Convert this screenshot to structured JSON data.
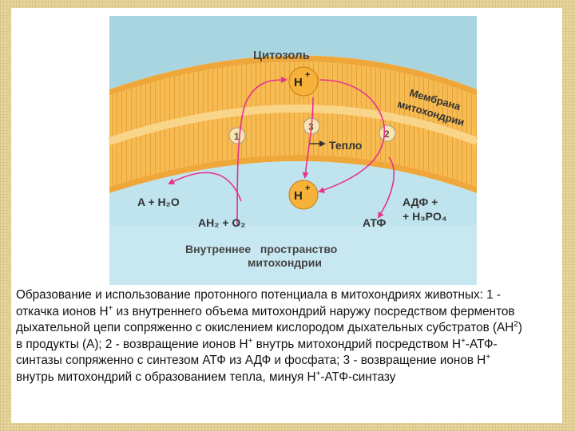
{
  "diagram": {
    "cytosol_label": "Цитозоль",
    "membrane_label_line1": "Мембрана",
    "membrane_label_line2": "митохондрии",
    "proton_top": "H",
    "proton_bottom": "H",
    "proton_charge": "+",
    "step1": "1",
    "step2": "2",
    "step3": "3",
    "heat_label": "Тепло",
    "product_left": "A + H₂O",
    "substrate_left": "AH₂ + O₂",
    "substrate_right_line1": "АДФ +",
    "substrate_right_line2": "+ H₃PO₄",
    "product_right": "АТФ",
    "matrix_label_line1": "Внутреннее   пространство",
    "matrix_label_line2": "митохондрии"
  },
  "caption": {
    "part1": "Образование и использование протонного потенциала в митохондриях животных: 1 - откачка ионов Н",
    "sup1": "+",
    "part2": " из внутреннего объема митохондрий наружу посредством ферментов дыхательной цепи сопряженно с окислением кислородом дыхательных субстратов (АН",
    "sup2": "2",
    "part3": ") в продукты (А); 2 - возвращение ионов Н",
    "sup3": "+",
    "part4": " внутрь митохондрий посредством Н",
    "sup4": "+",
    "part5": "-АТФ-синтазы сопряженно с синтезом АТФ из АДФ и фосфата; 3 - возвращение ионов Н",
    "sup5": "+",
    "part6": " внутрь митохондрий с образованием тепла, минуя Н",
    "sup6": "+",
    "part7": "-АТФ-синтазу"
  },
  "colors": {
    "cytosol": "#a9d5e0",
    "membrane_orange": "#f5b74a",
    "membrane_dark": "#e8a231",
    "matrix": "#bfe4ee",
    "arrow": "#e8318f",
    "text": "#333333"
  }
}
